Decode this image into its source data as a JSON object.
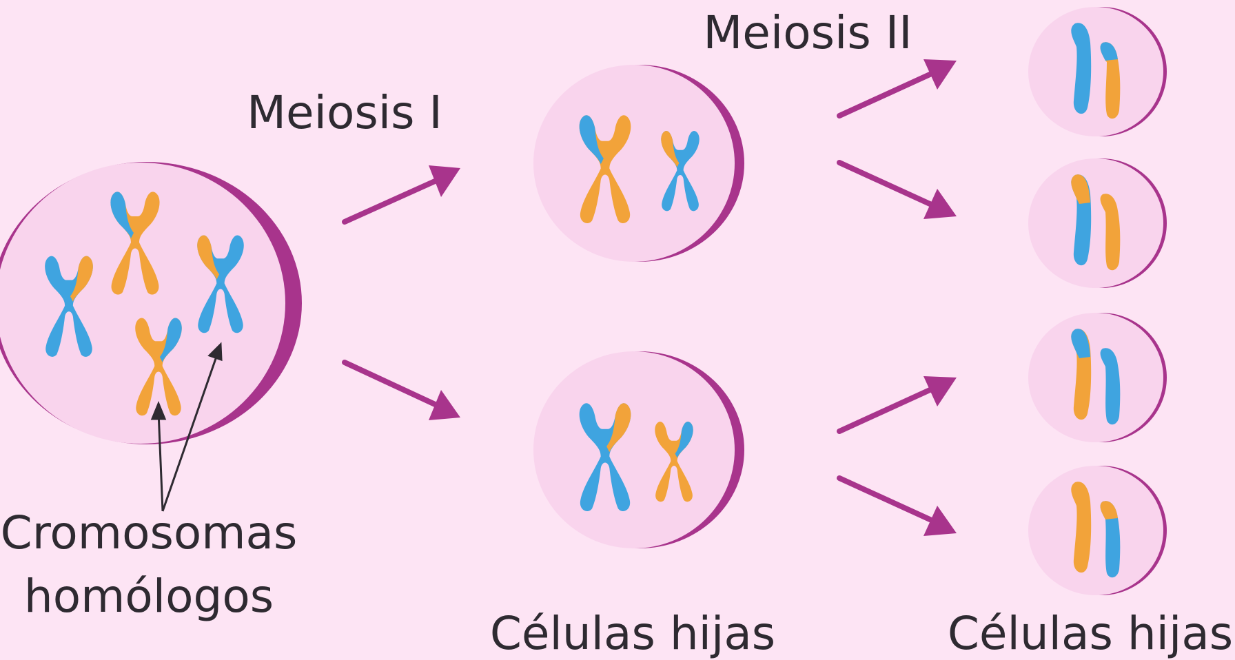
{
  "labels": {
    "meiosis_1": "Meiosis I",
    "meiosis_2": "Meiosis II",
    "homologous_line1": "Cromosomas",
    "homologous_line2": "homólogos",
    "daughter_cells_1": "Células hijas",
    "daughter_cells_2": "Células hijas"
  },
  "colors": {
    "background": "#fde4f4",
    "cell_fill": "#f9d4ed",
    "cell_rim": "#a8348c",
    "arrow": "#a8348c",
    "chromosome_blue": "#3fa4e0",
    "chromosome_orange": "#f2a33a",
    "text": "#2e2a31"
  }
}
